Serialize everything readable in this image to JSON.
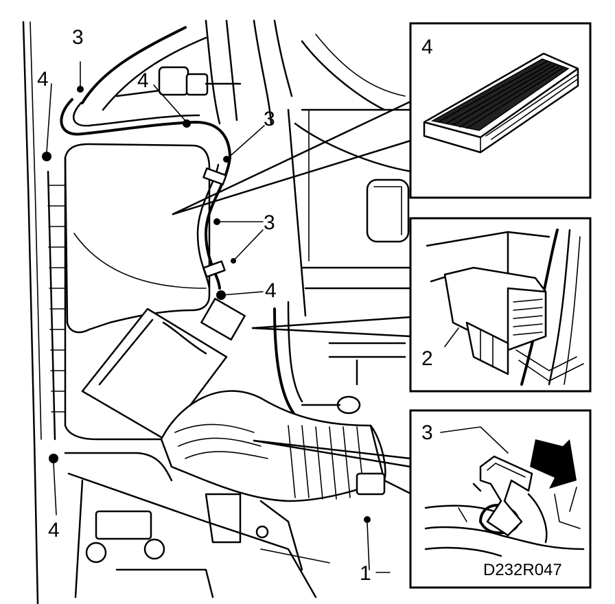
{
  "figure": {
    "code": "D232R047",
    "callouts": {
      "hose_clip_top": "3",
      "sensor_tl": "4",
      "sensor_mid": "4",
      "clip_right_top": "3",
      "clip_right_mid": "3",
      "sensor_right": "4",
      "sensor_bottom_left": "4",
      "hose_clamp": "1"
    },
    "insets": {
      "filter": {
        "label": "4"
      },
      "connector": {
        "label": "2"
      },
      "clip": {
        "label": "3"
      }
    }
  }
}
